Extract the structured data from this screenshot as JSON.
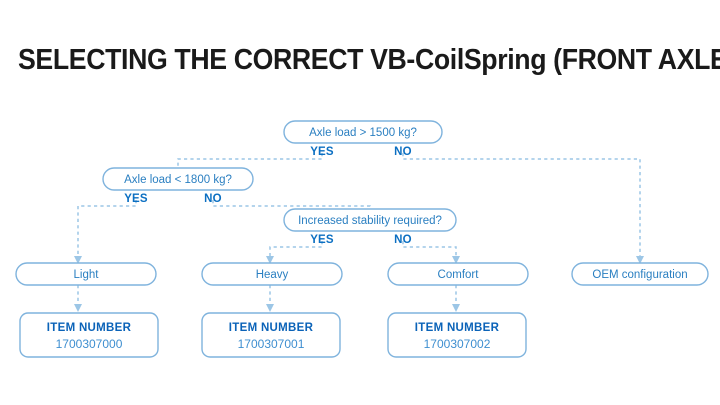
{
  "page": {
    "title": "SELECTING THE CORRECT VB-CoilSpring (FRONT AXLE)",
    "background_color": "#ffffff"
  },
  "colors": {
    "node_border": "#7fb3dd",
    "node_text": "#2a7fc1",
    "branch_label": "#0b6fc2",
    "item_title": "#0b63b8",
    "item_number": "#3f8fd0",
    "connector": "#9cc6e6",
    "title_text": "#1a1a1a"
  },
  "diagram": {
    "type": "flowchart",
    "decisions": [
      {
        "id": "axle-load-1500",
        "question": "Axle load > 1500 kg?",
        "yes_label": "YES",
        "no_label": "NO",
        "yes_target": "axle-load-1800",
        "no_target": "oem-configuration"
      },
      {
        "id": "axle-load-1800",
        "question": "Axle load < 1800 kg?",
        "yes_label": "YES",
        "no_label": "NO",
        "yes_target": "light",
        "no_target": "increased-stability"
      },
      {
        "id": "increased-stability",
        "question": "Increased stability required?",
        "yes_label": "YES",
        "no_label": "NO",
        "yes_target": "heavy",
        "no_target": "comfort"
      }
    ],
    "results": [
      {
        "id": "light",
        "label": "Light",
        "item_target": "item-1700307000"
      },
      {
        "id": "heavy",
        "label": "Heavy",
        "item_target": "item-1700307001"
      },
      {
        "id": "comfort",
        "label": "Comfort",
        "item_target": "item-1700307002"
      },
      {
        "id": "oem-configuration",
        "label": "OEM configuration",
        "item_target": null
      }
    ],
    "items": [
      {
        "id": "item-1700307000",
        "title": "ITEM NUMBER",
        "number": "1700307000"
      },
      {
        "id": "item-1700307001",
        "title": "ITEM NUMBER",
        "number": "1700307001"
      },
      {
        "id": "item-1700307002",
        "title": "ITEM NUMBER",
        "number": "1700307002"
      }
    ]
  }
}
